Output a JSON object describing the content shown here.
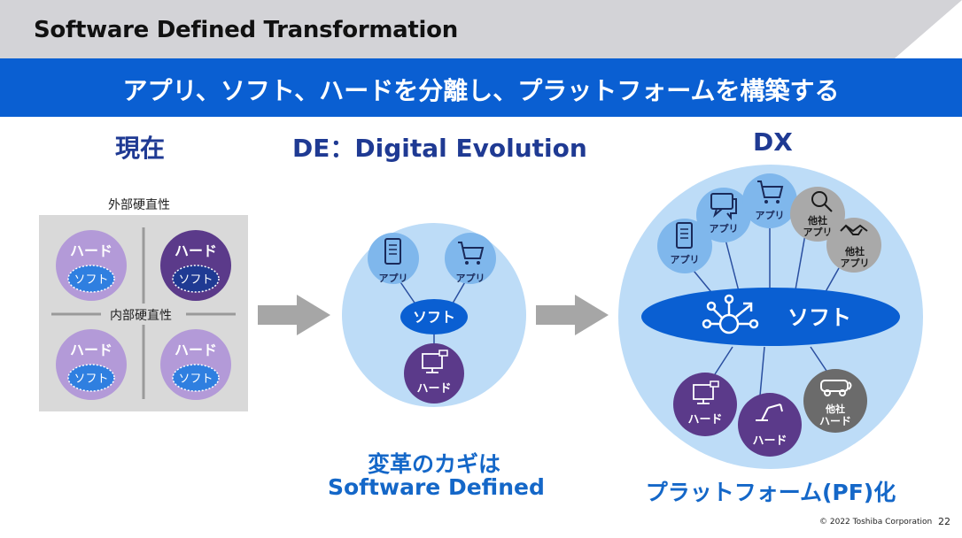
{
  "header": {
    "title": "Software Defined Transformation"
  },
  "banner": {
    "text": "アプリ、ソフト、ハードを分離し、プラットフォームを構築する"
  },
  "current": {
    "heading": "現在",
    "outer_label": "外部硬直性",
    "inner_label": "内部硬直性",
    "hard": "ハード",
    "soft": "ソフト"
  },
  "de": {
    "heading": "DE：Digital Evolution",
    "app": "アプリ",
    "soft": "ソフト",
    "hard": "ハード",
    "caption_line1": "変革のカギは",
    "caption_line2": "Software Defined"
  },
  "dx": {
    "heading": "DX",
    "app": "アプリ",
    "other_app_l1": "他社",
    "other_app_l2": "アプリ",
    "soft": "ソフト",
    "hard": "ハード",
    "other_hard_l1": "他社",
    "other_hard_l2": "ハード",
    "caption": "プラットフォーム(PF)化"
  },
  "footer": {
    "copyright": "© 2022 Toshiba Corporation",
    "page": "22"
  },
  "colors": {
    "brand_blue": "#0a5fd2",
    "navy": "#1f3a93",
    "light_circle": "#bddcf7",
    "node_blue": "#7fb7ec",
    "purple_dark": "#5b3a8a",
    "purple_light": "#b39ad8",
    "gray_node": "#9a9a9a"
  }
}
